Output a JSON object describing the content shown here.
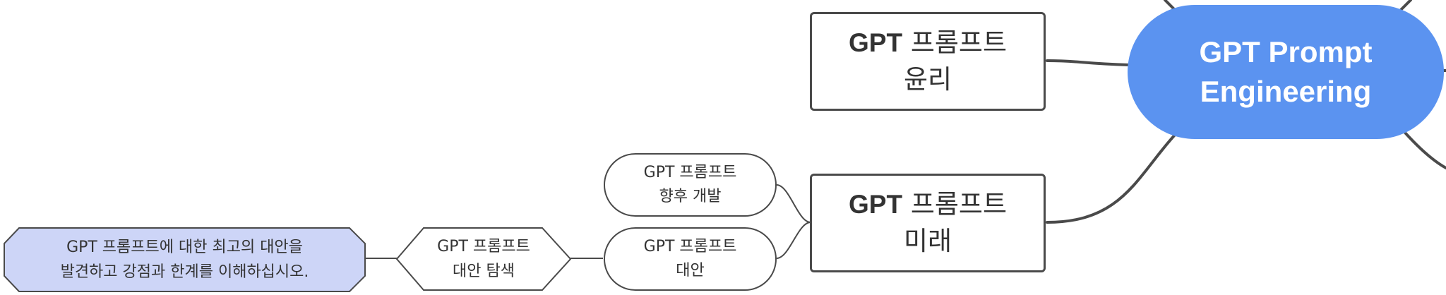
{
  "root": {
    "label": "GPT Prompt\nEngineering",
    "color": "#5b93f0"
  },
  "topics": {
    "ethics": {
      "label_bold": "GPT",
      "label_rest": " 프롬프트\n윤리"
    },
    "future": {
      "label_bold": "GPT",
      "label_rest": " 프롬프트\n미래"
    }
  },
  "subtopics": {
    "future_dev": {
      "label": "GPT 프롬프트\n향후 개발"
    },
    "alternatives": {
      "label": "GPT 프롬프트\n대안"
    },
    "alt_explore": {
      "label": "GPT 프롬프트\n대안 탐색"
    },
    "alt_detail": {
      "label": "GPT 프롬프트에 대한 최고의 대안을\n발견하고 강점과 한계를 이해하십시오.",
      "fill": "#cdd5f7"
    }
  },
  "colors": {
    "line": "#4a4a4a",
    "node_border": "#4a4a4a"
  }
}
